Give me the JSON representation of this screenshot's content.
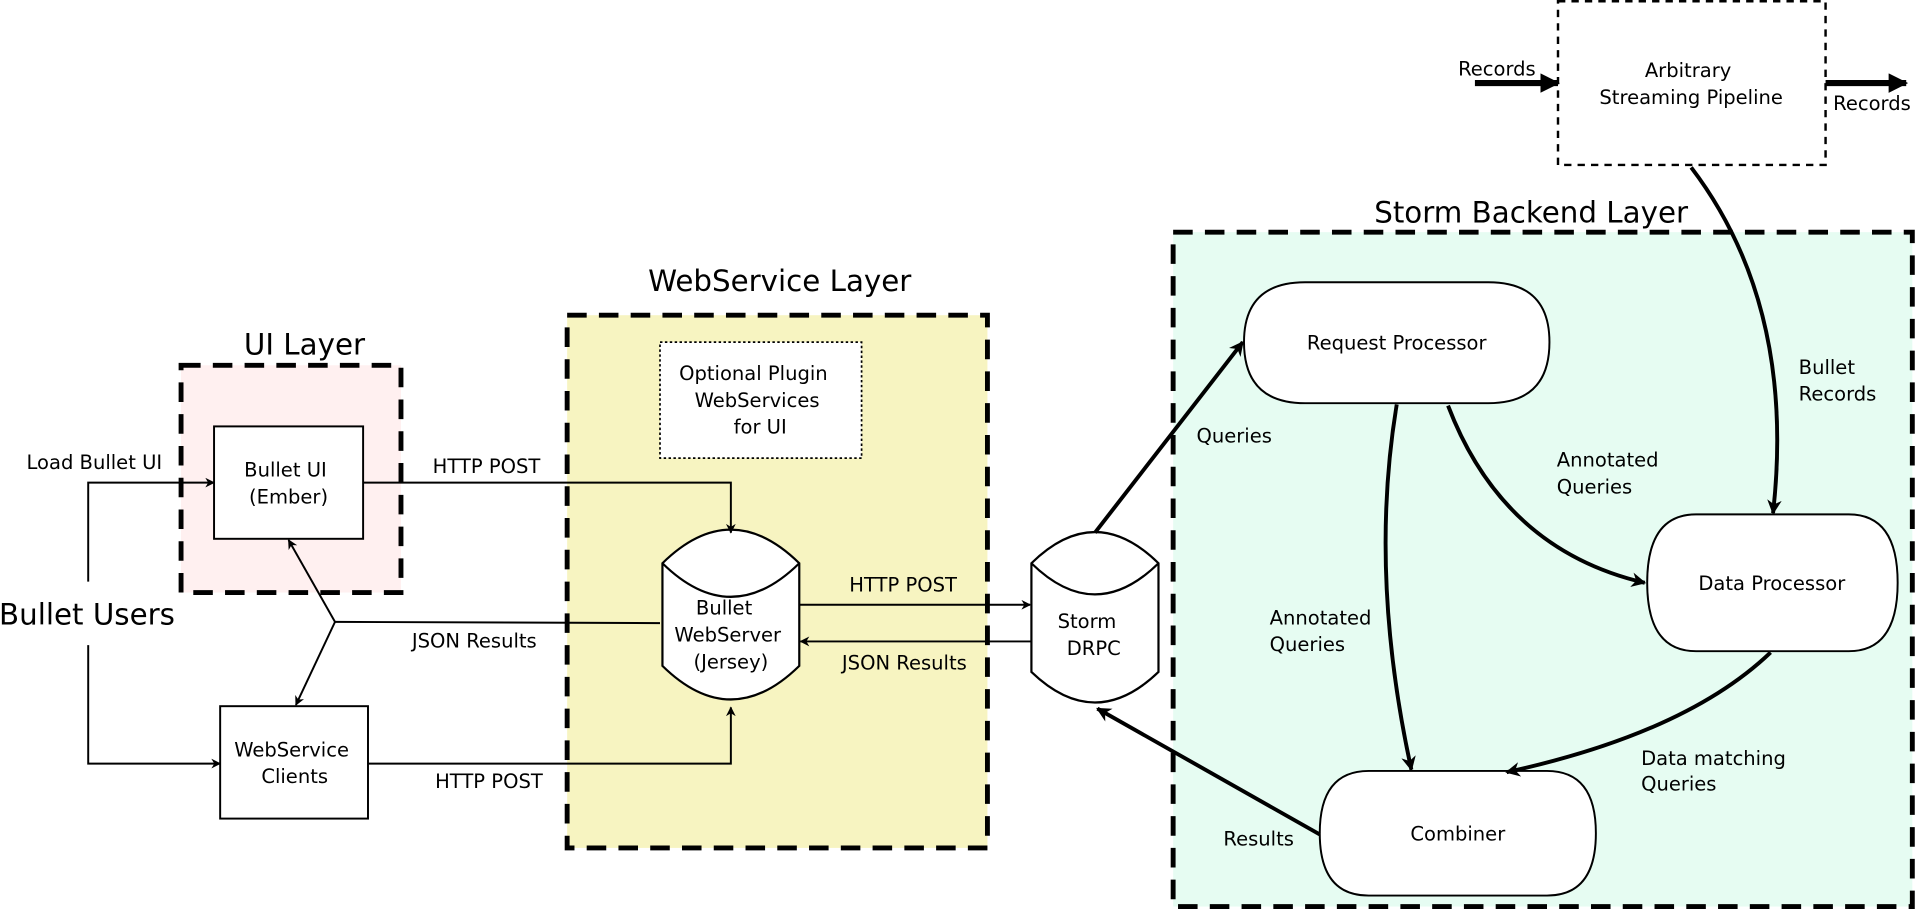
{
  "diagram": {
    "layers": {
      "ui": {
        "title": "UI Layer",
        "fill": "#fff0f0"
      },
      "webservice": {
        "title": "WebService Layer",
        "fill": "#f7f4c1"
      },
      "storm": {
        "title": "Storm Backend Layer",
        "fill": "#e6fcf2"
      }
    },
    "actors": {
      "users": "Bullet Users"
    },
    "nodes": {
      "bullet_ui": [
        "Bullet UI",
        "(Ember)"
      ],
      "ws_clients": [
        "WebService",
        "Clients"
      ],
      "plugin": [
        "Optional Plugin",
        "WebServices",
        "for UI"
      ],
      "webserver": [
        "Bullet",
        "WebServer",
        "(Jersey)"
      ],
      "drpc": [
        "Storm",
        "DRPC"
      ],
      "request_processor": "Request Processor",
      "data_processor": "Data Processor",
      "combiner": "Combiner",
      "pipeline": [
        "Arbitrary",
        "Streaming Pipeline"
      ]
    },
    "edges": {
      "load_ui": "Load Bullet UI",
      "ui_post": "HTTP POST",
      "json_results_left": "JSON Results",
      "clients_post": "HTTP POST",
      "ws_to_drpc": "HTTP POST",
      "drpc_to_ws": "JSON Results",
      "queries": "Queries",
      "annotated_to_dp": [
        "Annotated",
        "Queries"
      ],
      "annotated_to_combiner": [
        "Annotated",
        "Queries"
      ],
      "bullet_records": [
        "Bullet",
        "Records"
      ],
      "data_matching": [
        "Data matching",
        "Queries"
      ],
      "results": "Results",
      "records_in": "Records",
      "records_out": "Records"
    }
  }
}
